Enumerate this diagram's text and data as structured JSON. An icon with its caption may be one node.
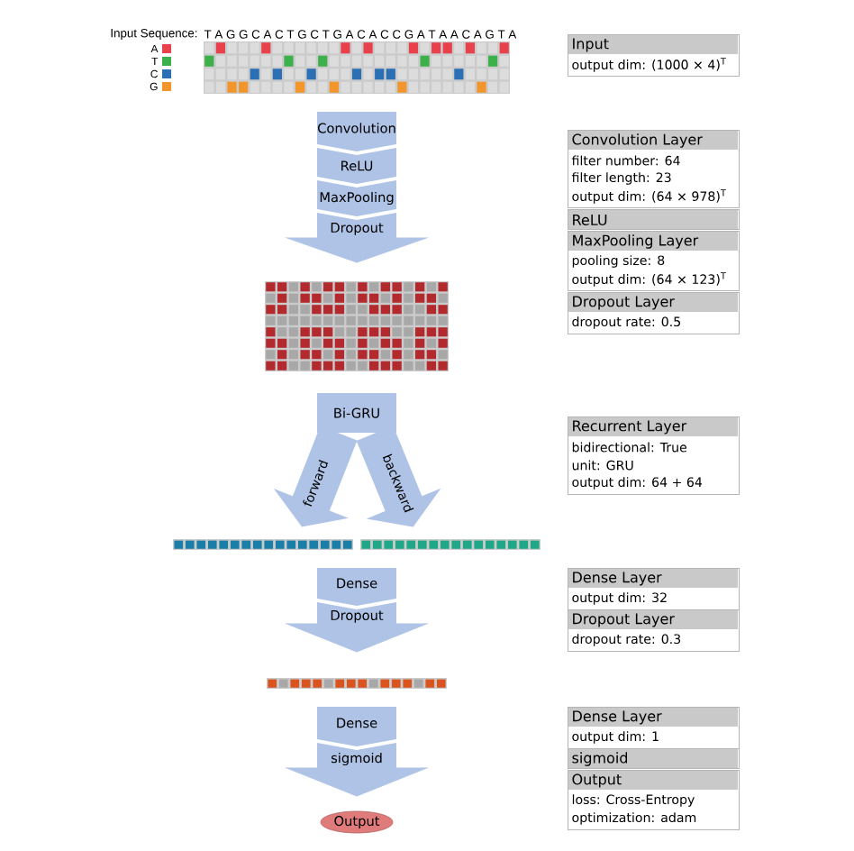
{
  "diagram": {
    "nodes": [
      {
        "text": [],
        "shape": "box"
      },
      {
        "text": [
          "Convolution"
        ]
      },
      {
        "text": [
          "ReLU"
        ]
      },
      {
        "text": [
          "MaxPooling"
        ]
      },
      {
        "text": [
          "Dropout"
        ]
      },
      {
        "text": [],
        "shape": "box"
      },
      {
        "text": [
          "Bi-GRU"
        ]
      },
      {
        "text": [],
        "shape": "bar"
      },
      {
        "text": [],
        "shape": "bar"
      },
      {
        "text": [
          "Dense"
        ]
      },
      {
        "text": [
          "Dropout"
        ]
      },
      {
        "text": [],
        "shape": "bar"
      },
      {
        "text": [
          "Dense"
        ]
      },
      {
        "text": [
          "sigmoid"
        ]
      },
      {
        "text": [
          "Output"
        ]
      },
      {
        "text": [
          "Input",
          "output dim: (1000 × 4)$^{T}$"
        ]
      },
      {
        "text": [
          "Convolution Layer",
          "filter number: 64",
          "filter length: 23",
          "output dim: (64 × 978)$^{T}$"
        ]
      },
      {
        "text": [
          "ReLU"
        ]
      },
      {
        "text": [
          "MaxPooling Layer",
          "pooling size: 8",
          "output dim: (64 × 123)$^{T}$"
        ]
      },
      {
        "text": [
          "Dropout Layer",
          "dropout rate: 0.5"
        ]
      },
      {
        "text": [
          "Recurrent Layer",
          "bidirectional: True",
          "unit: GRU",
          "output dim: 64 + 64"
        ]
      },
      {
        "text": [
          "Dense Layer",
          "output dim: 32"
        ]
      },
      {
        "text": [
          "Dropout Layer",
          "dropout rate: 0.3"
        ]
      },
      {
        "text": [
          "Dense Layer",
          "output dim: 1"
        ]
      },
      {
        "text": [
          "sigmoid"
        ]
      },
      {
        "text": [
          "Output",
          "loss: Cross-Entropy",
          "optimization: adam"
        ]
      }
    ],
    "edges": [
      {
        "from": 4,
        "to": 5,
        "arrow": "to"
      },
      {
        "from": 6,
        "to": 7,
        "arrow": "to",
        "label": "forward"
      },
      {
        "from": 6,
        "to": 8,
        "arrow": "to",
        "label": "backward"
      },
      {
        "from": 10,
        "to": 11,
        "arrow": "to"
      },
      {
        "from": 13,
        "to": 14,
        "arrow": "to"
      }
    ],
    "labels": [
      "Input Sequence:",
      "T A G G C A C T G C T G A C A C C G A T A A C A G T A"
    ],
    "legend": [
      {
        "text": "A",
        "color": "#e8414b"
      },
      {
        "text": "T",
        "color": "#3cb04a"
      },
      {
        "text": "C",
        "color": "#2b6fb5"
      },
      {
        "text": "G",
        "color": "#f2962b"
      }
    ]
  }
}
